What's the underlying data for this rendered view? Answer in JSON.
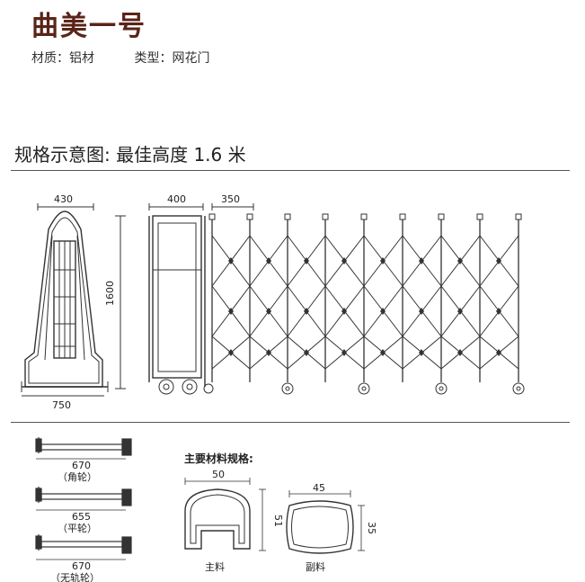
{
  "header": {
    "title": "曲美一号",
    "material": "材质：铝材",
    "type": "类型：网花门"
  },
  "section": {
    "title": "规格示意图: 最佳高度 1.6 米"
  },
  "front_view": {
    "width_top": "430",
    "height": "1600",
    "width_base": "750"
  },
  "side_view": {
    "head_width": "400",
    "panel_spacing": "350"
  },
  "wheels": [
    {
      "width": "670",
      "name": "（角轮）"
    },
    {
      "width": "655",
      "name": "（平轮）"
    },
    {
      "width": "670",
      "name": "（无轨轮）"
    }
  ],
  "materials": {
    "title": "主要材料规格:",
    "main": {
      "width": "50",
      "height": "51",
      "name": "主料"
    },
    "secondary": {
      "width": "45",
      "height": "35",
      "name": "副料"
    }
  },
  "colors": {
    "title": "#5a2418",
    "line": "#333333"
  }
}
